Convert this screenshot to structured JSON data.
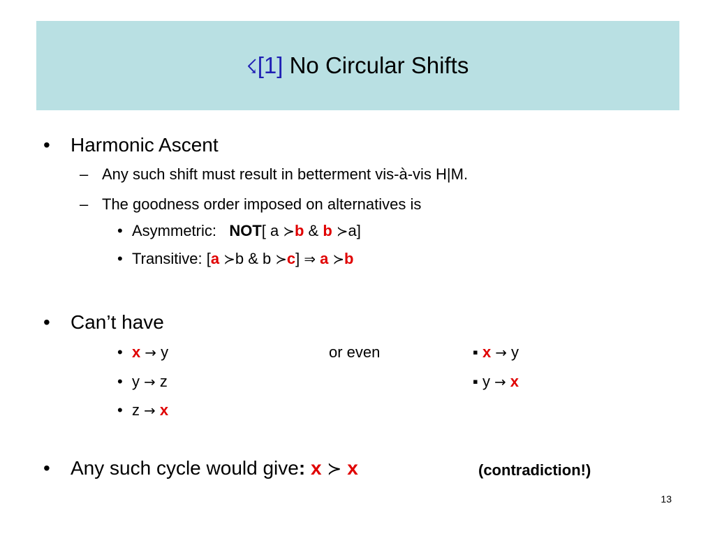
{
  "slide": {
    "title_icon": "lightning-bolt-icon",
    "title_glyph": "☇",
    "title_ref": "[1]",
    "title_text": " No Circular Shifts",
    "bullet_glyph": "•",
    "dash_glyph": "–",
    "square_glyph": "▪",
    "succ": "≻",
    "implies": "⇒",
    "arrow": "→",
    "items": {
      "harmonic": "Harmonic Ascent",
      "shift_betterment": "Any such shift must result in betterment vis-à-vis H|M.",
      "goodness_order": "The goodness order imposed on alternatives is",
      "asym_label": "Asymmetric:",
      "not": "NOT",
      "asym_open": "[ a ",
      "asym_b1": "b",
      "asym_amp": " & ",
      "asym_b2": "b",
      "asym_close": "a]",
      "trans_label": "Transitive: [",
      "trans_a": "a",
      "trans_mid": "b &  b ",
      "trans_c": "c",
      "trans_close": "]  ",
      "trans_a2": "a",
      "trans_b2": "b",
      "cant_have": "Can’t have",
      "x": "x",
      "y": "y",
      "z": "z",
      "or_even": "or even",
      "cycle": "Any such cycle would give",
      "colon": ":",
      "contradiction": "(contradiction!)"
    },
    "page_number": "13",
    "colors": {
      "title_bg": "#b9e0e3",
      "accent_blue": "#1f1fb4",
      "accent_red": "#e00000"
    }
  }
}
